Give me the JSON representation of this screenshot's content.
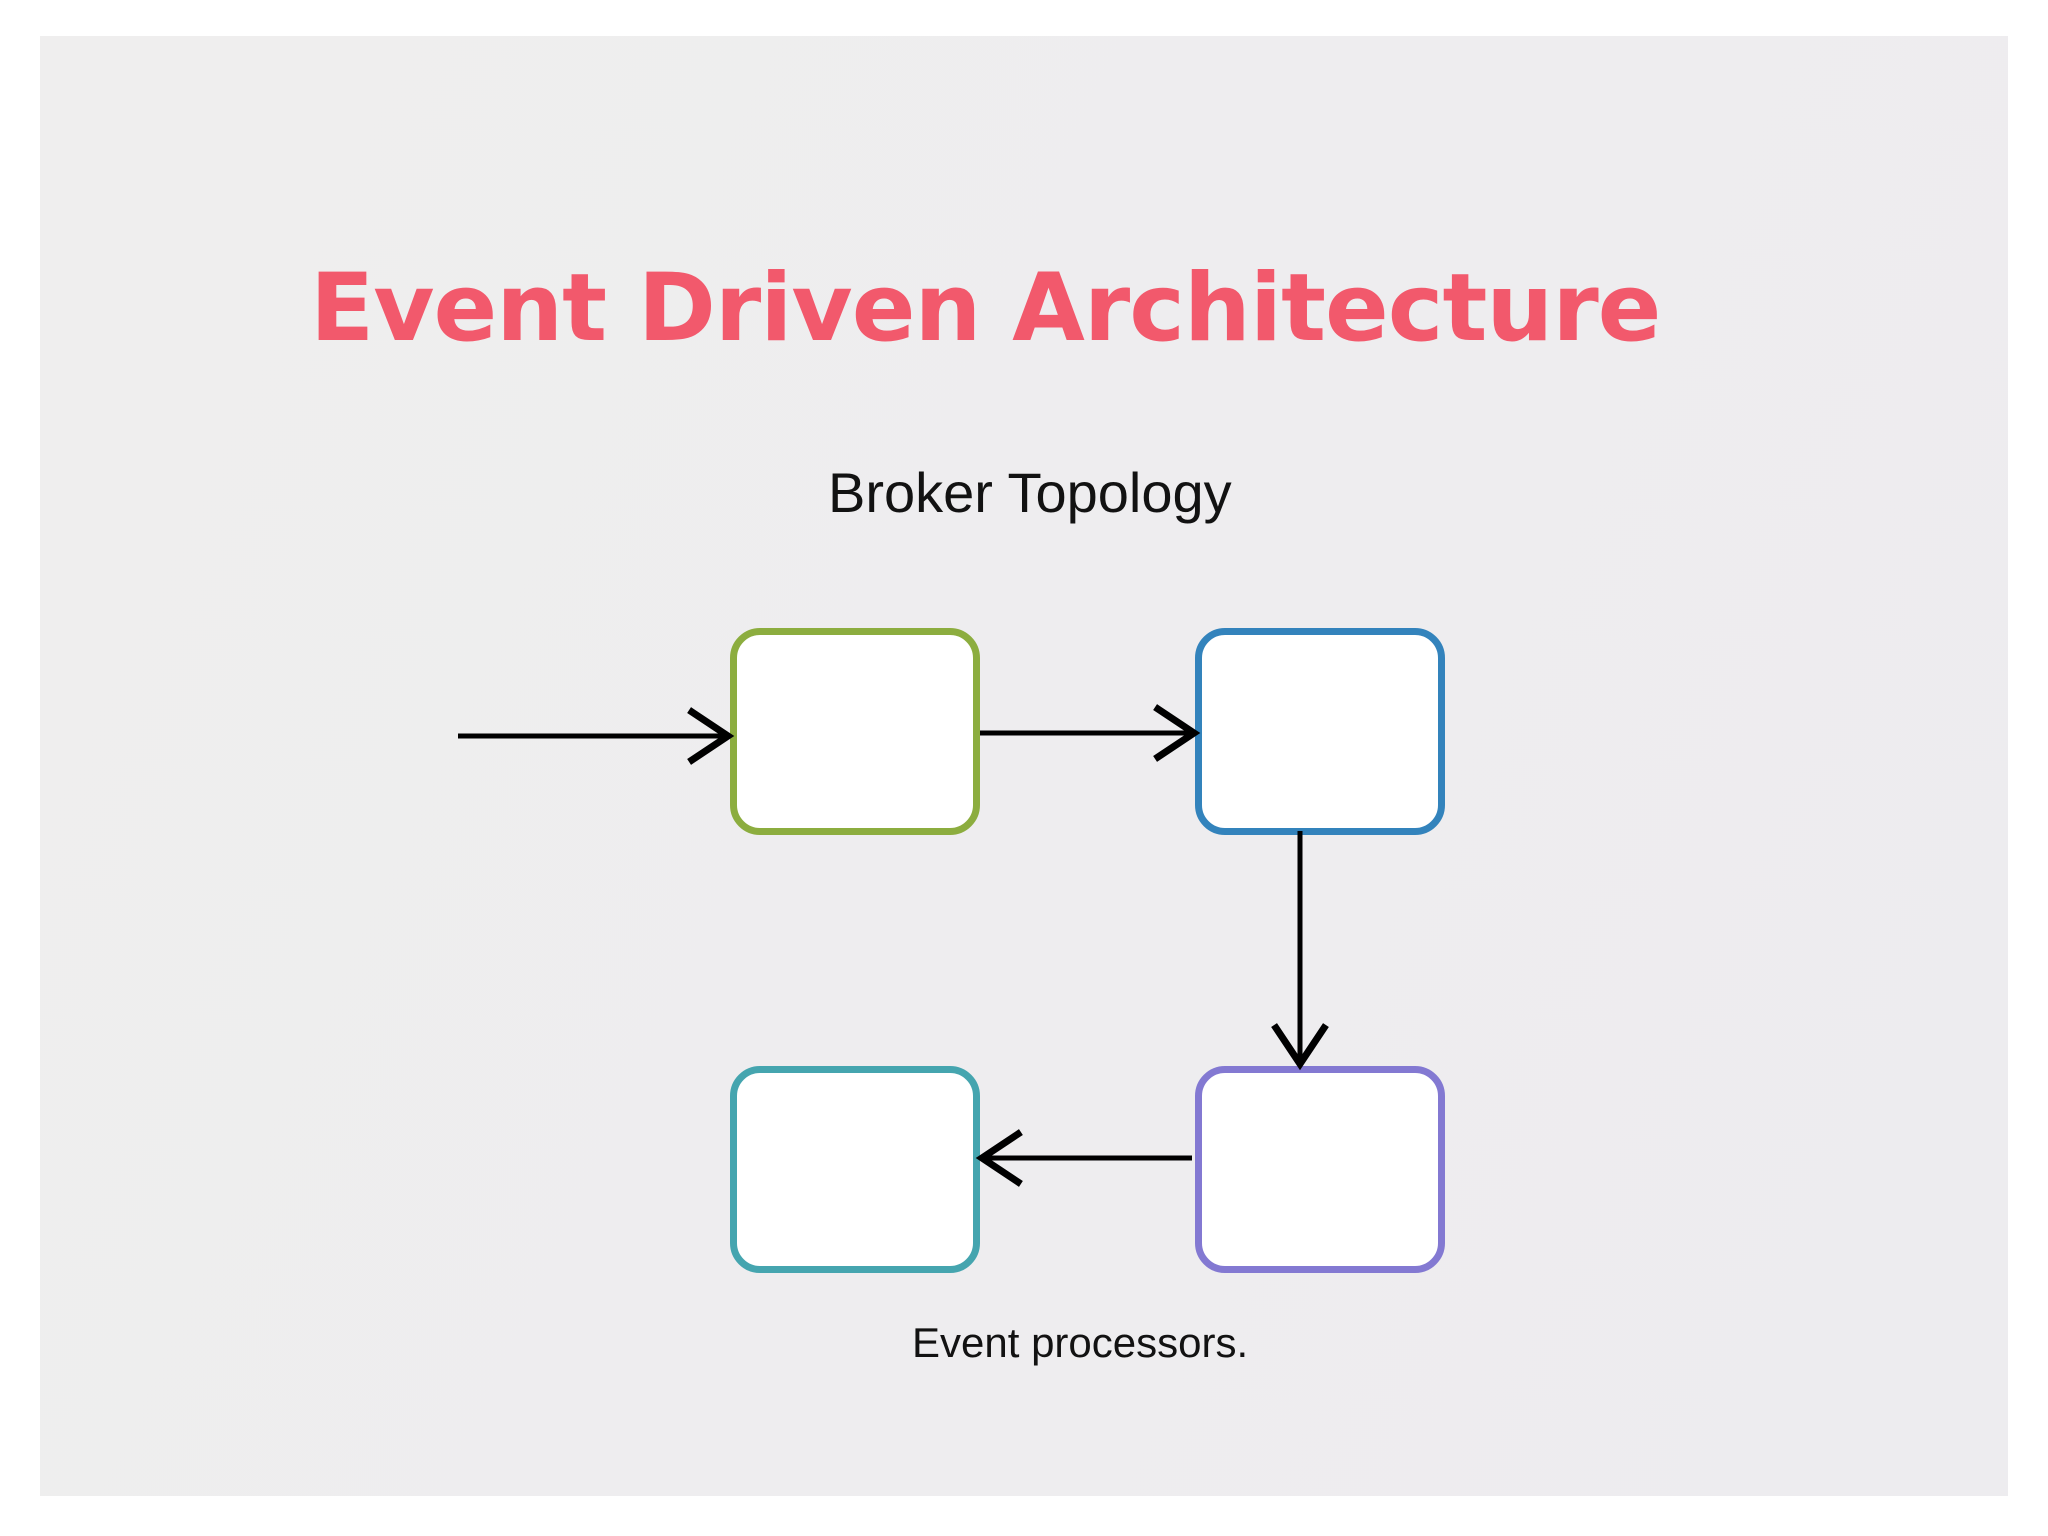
{
  "slide": {
    "title": "Event Driven Architecture",
    "title_color": "#f2596c",
    "background_color": "#eeedef",
    "page_color": "#ffffff"
  },
  "diagram": {
    "subtitle": "Broker Topology",
    "caption": "Event processors.",
    "text_color": "#121212",
    "node_fill": "#ffffff",
    "connector_color": "#000000",
    "nodes": [
      {
        "name": "ingress",
        "label": "",
        "border_color": "#8cad3f",
        "position": "top-left"
      },
      {
        "name": "broker",
        "label": "",
        "border_color": "#3383bc",
        "position": "top-right"
      },
      {
        "name": "processor",
        "label": "",
        "border_color": "#8379d2",
        "position": "bottom-right"
      },
      {
        "name": "sink",
        "label": "",
        "border_color": "#45a5af",
        "position": "bottom-left"
      }
    ],
    "connectors": [
      {
        "name": "event-in",
        "from": "external",
        "to": "ingress",
        "direction": "right",
        "label": ""
      },
      {
        "name": "ingress-to-broker",
        "from": "ingress",
        "to": "broker",
        "direction": "right",
        "label": ""
      },
      {
        "name": "broker-to-processor",
        "from": "broker",
        "to": "processor",
        "direction": "down",
        "label": ""
      },
      {
        "name": "processor-to-sink",
        "from": "processor",
        "to": "sink",
        "direction": "left",
        "label": ""
      }
    ]
  }
}
